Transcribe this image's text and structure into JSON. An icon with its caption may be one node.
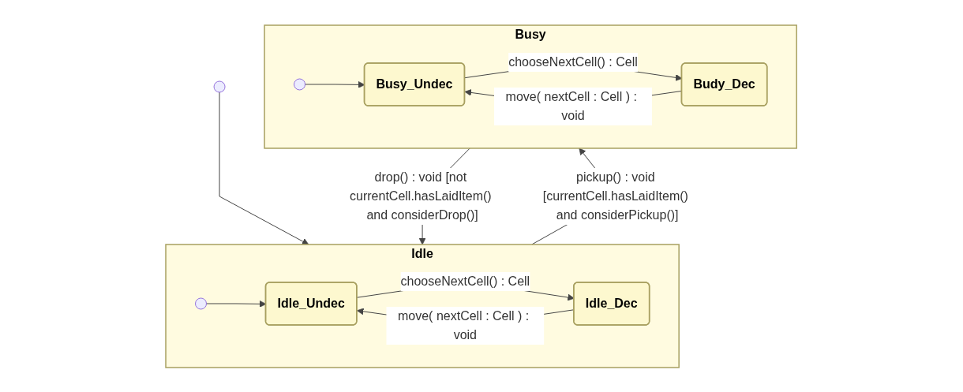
{
  "diagram": {
    "nodes": [
      {
        "text": [],
        "shape": "circle"
      },
      {
        "text": [
          "Idle"
        ]
      },
      {
        "text": [],
        "shape": "circle",
        "in": 1
      },
      {
        "text": [
          "Idle_Undec"
        ],
        "in": 1
      },
      {
        "text": [
          "Idle_Dec"
        ],
        "in": 1
      },
      {
        "text": [
          "Busy"
        ]
      },
      {
        "text": [],
        "shape": "circle",
        "in": 5
      },
      {
        "text": [
          "Busy_Undec"
        ],
        "in": 5
      },
      {
        "text": [
          "Budy_Dec"
        ],
        "in": 5
      }
    ],
    "edges": [
      {
        "from": 0,
        "to": 1,
        "arrow": "to"
      },
      {
        "from": 2,
        "to": 3,
        "arrow": "to"
      },
      {
        "from": 4,
        "to": 3,
        "arrow": "to",
        "label": "move( nextCell : Cell ) : void"
      },
      {
        "from": 3,
        "to": 4,
        "arrow": "to",
        "label": "chooseNextCell() : Cell"
      },
      {
        "from": 1,
        "to": 5,
        "arrow": "to",
        "label": "pickup() : void [currentCell.hasLaidItem() and considerPickup()]"
      },
      {
        "from": 5,
        "to": 1,
        "arrow": "to",
        "label": "drop() : void [not currentCell.hasLaidItem() and considerDrop()]"
      },
      {
        "from": 6,
        "to": 7,
        "arrow": "to"
      },
      {
        "from": 8,
        "to": 7,
        "arrow": "to",
        "label": "move( nextCell : Cell ) : void"
      },
      {
        "from": 7,
        "to": 8,
        "arrow": "to",
        "label": "chooseNextCell() : Cell"
      }
    ]
  }
}
